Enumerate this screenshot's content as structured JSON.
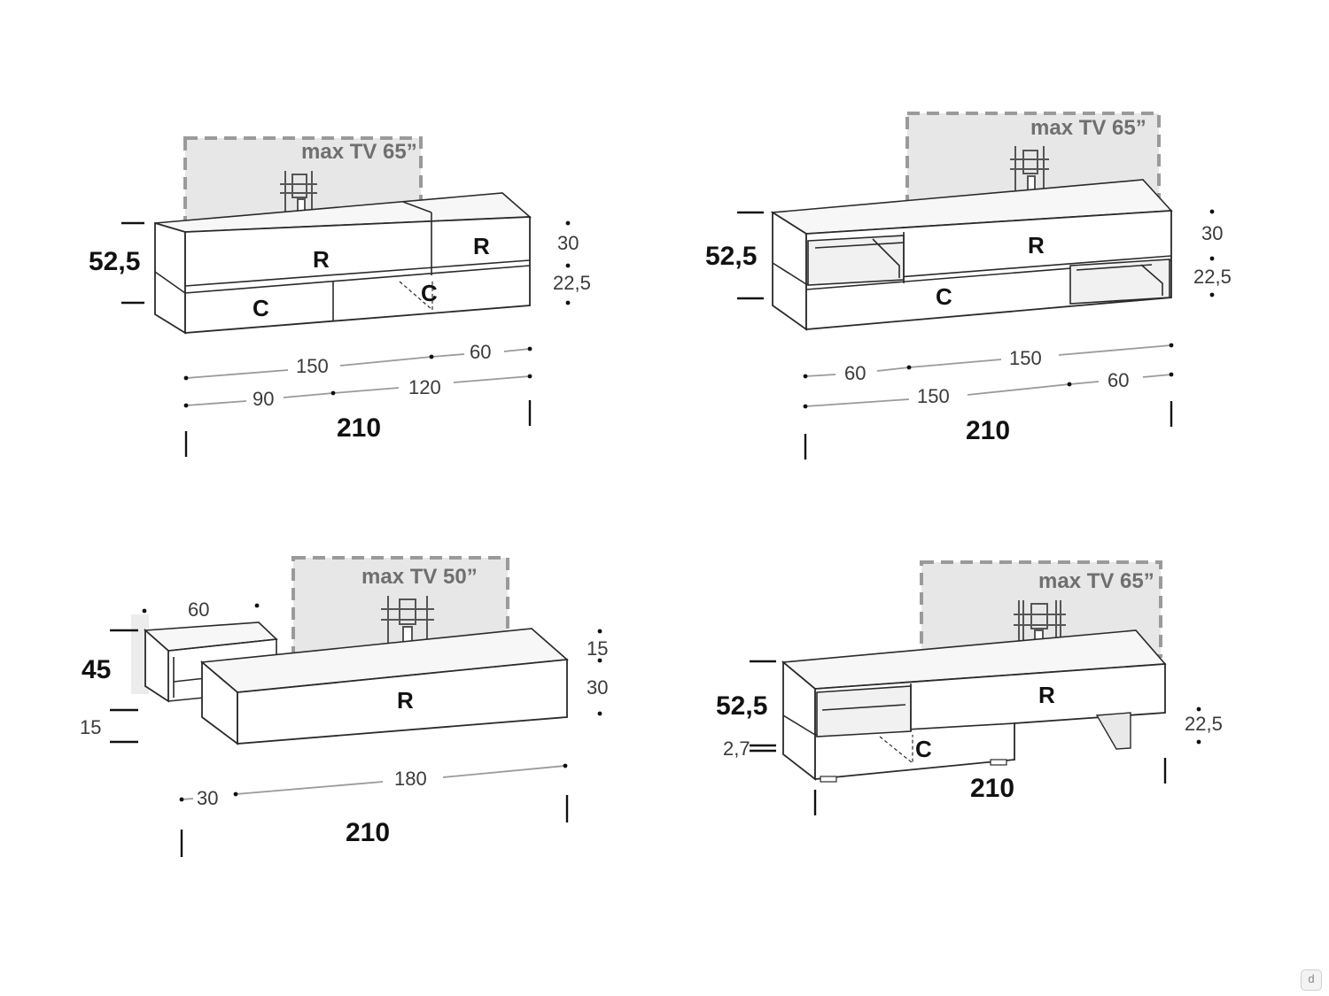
{
  "tv_labels": {
    "a": "max TV 65”",
    "b": "max TV 65”",
    "c": "max TV 50”",
    "d": "max TV 65”"
  },
  "module_letters": {
    "r": "R",
    "c": "C"
  },
  "diagram_a": {
    "height_total": "52,5",
    "height_top": "30",
    "height_bottom": "22,5",
    "top_row": [
      "150",
      "60"
    ],
    "bottom_row": [
      "90",
      "120"
    ],
    "total_width": "210"
  },
  "diagram_b": {
    "height_total": "52,5",
    "height_top": "30",
    "height_bottom": "22,5",
    "top_row": [
      "60",
      "150"
    ],
    "bottom_row": [
      "150",
      "60"
    ],
    "total_width": "210"
  },
  "diagram_c": {
    "height_total": "45",
    "height_low": "15",
    "height_top": "15",
    "height_main": "30",
    "side_width": "60",
    "offset": "30",
    "main_width": "180",
    "total_width": "210"
  },
  "diagram_d": {
    "height_total": "52,5",
    "height_small": "2,7",
    "height_right": "22,5",
    "total_width": "210"
  },
  "watermark": "d"
}
